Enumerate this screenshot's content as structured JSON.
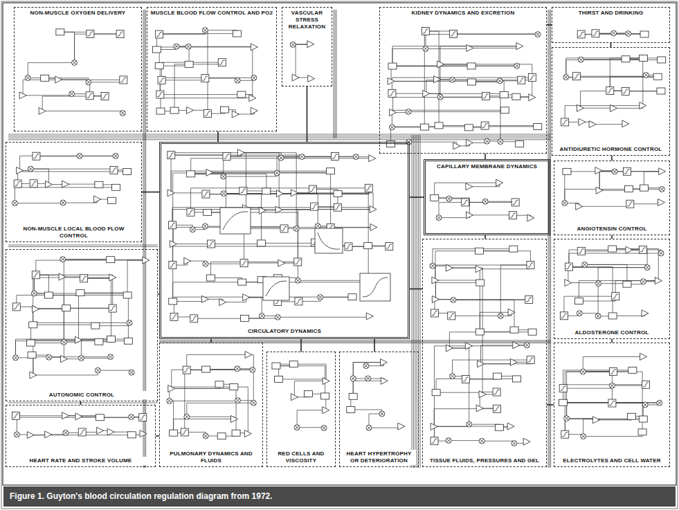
{
  "diagram": {
    "caption": "Figure 1. Guyton's blood circulation regulation diagram from 1972.",
    "nodes": [
      {
        "text": [
          "NON-MUSCLE OXYGEN DELIVERY"
        ]
      },
      {
        "text": [
          "MUSCLE BLOOD FLOW CONTROL AND PO2"
        ]
      },
      {
        "text": [
          "VASCULAR STRESS RELAXATION"
        ]
      },
      {
        "text": [
          "KIDNEY DYNAMICS AND EXCRETION"
        ]
      },
      {
        "text": [
          "THIRST AND DRINKING"
        ]
      },
      {
        "text": [
          "NON-MUSCLE LOCAL BLOOD FLOW CONTROL"
        ]
      },
      {
        "text": [
          "CIRCULATORY DYNAMICS"
        ]
      },
      {
        "text": [
          "CAPILLARY MEMBRANE DYNAMICS"
        ]
      },
      {
        "text": [
          "ANTIDIURETIC HORMONE CONTROL"
        ]
      },
      {
        "text": [
          "ANGIOTENSIN CONTROL"
        ]
      },
      {
        "text": [
          "ALDOSTERONE CONTROL"
        ]
      },
      {
        "text": [
          "AUTONOMIC CONTROL"
        ]
      },
      {
        "text": [
          "HEART RATE AND STROKE VOLUME"
        ]
      },
      {
        "text": [
          "PULMONARY DYNAMICS AND FLUIDS"
        ]
      },
      {
        "text": [
          "RED CELLS AND VISCOSITY"
        ]
      },
      {
        "text": [
          "HEART HYPERTROPHY OR DETERIORATION"
        ]
      },
      {
        "text": [
          "TISSUE FLUIDS, PRESSURES AND GEL"
        ]
      },
      {
        "text": [
          "ELECTROLYTES AND CELL WATER"
        ]
      }
    ],
    "edges": [
      {
        "from": 6,
        "to": 1,
        "arrow": "none"
      },
      {
        "from": 6,
        "to": 2,
        "arrow": "none"
      },
      {
        "from": 6,
        "to": 5,
        "arrow": "none"
      },
      {
        "from": 6,
        "to": 11,
        "arrow": "none"
      },
      {
        "from": 6,
        "to": 7,
        "arrow": "none"
      },
      {
        "from": 6,
        "to": 16,
        "arrow": "none"
      },
      {
        "from": 6,
        "to": 13,
        "arrow": "none"
      },
      {
        "from": 6,
        "to": 14,
        "arrow": "none"
      },
      {
        "from": 6,
        "to": 15,
        "arrow": "none"
      },
      {
        "from": 3,
        "to": 7,
        "arrow": "none"
      },
      {
        "from": 7,
        "to": 16,
        "arrow": "none"
      },
      {
        "from": 3,
        "to": 4,
        "arrow": "none"
      },
      {
        "from": 4,
        "to": 8,
        "arrow": "none"
      },
      {
        "from": 8,
        "to": 9,
        "arrow": "none"
      },
      {
        "from": 9,
        "to": 10,
        "arrow": "none"
      },
      {
        "from": 10,
        "to": 17,
        "arrow": "none"
      },
      {
        "from": 11,
        "to": 12,
        "arrow": "none"
      },
      {
        "from": 12,
        "to": 13,
        "arrow": "none"
      },
      {
        "from": 16,
        "to": 17,
        "arrow": "none"
      }
    ]
  }
}
